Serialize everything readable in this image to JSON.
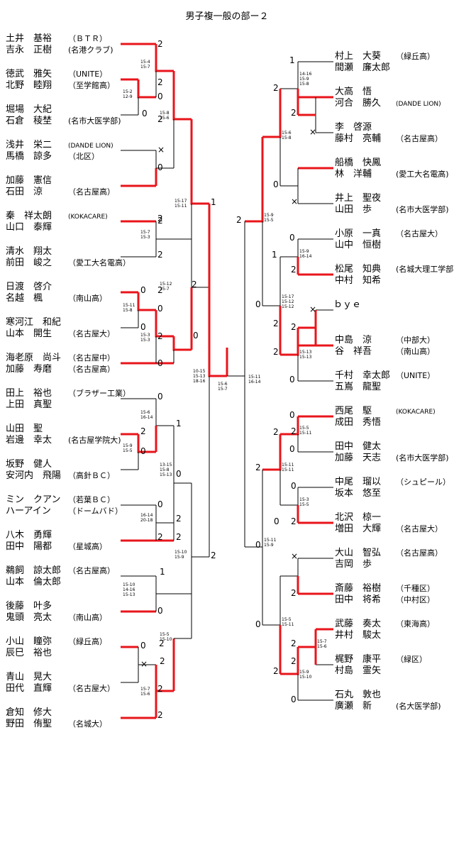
{
  "title": "男子複一般の部ー２",
  "colors": {
    "winner_line": "#e8151b",
    "line": "#000000"
  },
  "left_teams": [
    {
      "p1": "土井　基裕",
      "p2": "吉永　正樹",
      "a1": "（ＢＴＲ）",
      "a2": "(名港クラブ)"
    },
    {
      "p1": "徳武　雅矢",
      "p2": "北野　睦翔",
      "a1": "（UNITE）",
      "a2": "（至学館高）"
    },
    {
      "p1": "堀場　大紀",
      "p2": "石倉　稜埜",
      "a1": "",
      "a2": "(名市大医学部)"
    },
    {
      "p1": "浅井　栄二",
      "p2": "馬橋　諒多",
      "a1": "(DANDE LION)",
      "a2": "（北区）"
    },
    {
      "p1": "加藤　憲信",
      "p2": "石田　涼",
      "a1": "",
      "a2": "（名古屋高）"
    },
    {
      "p1": "秦　祥太朗",
      "p2": "山口　泰輝",
      "a1": "(KOKACARE)",
      "a2": ""
    },
    {
      "p1": "清水　翔太",
      "p2": "前田　峻之",
      "a1": "",
      "a2": "（愛工大名電高）"
    },
    {
      "p1": "日渡　啓介",
      "p2": "名越　楓",
      "a1": "",
      "a2": "（南山高）"
    },
    {
      "p1": "寒河江　和紀",
      "p2": "山本　開生",
      "a1": "",
      "a2": "（名古屋大）"
    },
    {
      "p1": "海老原　尚斗",
      "p2": "加藤　寿磨",
      "a1": "（名古屋中）",
      "a2": "（名古屋高）"
    },
    {
      "p1": "田上　裕也",
      "p2": "上田　真聖",
      "a1": "（ブラザー工業）",
      "a2": ""
    },
    {
      "p1": "山田　聖",
      "p2": "岩邊　幸太",
      "a1": "",
      "a2": "(名古屋学院大)"
    },
    {
      "p1": "坂野　健人",
      "p2": "安河内　飛陽",
      "a1": "",
      "a2": "（高針ＢＣ）"
    },
    {
      "p1": "ミン　クアン",
      "p2": "ハーアイン",
      "a1": "（若葉ＢＣ）",
      "a2": "（ドームバド）"
    },
    {
      "p1": "八木　勇輝",
      "p2": "田中　陽都",
      "a1": "",
      "a2": "（星城高）"
    },
    {
      "p1": "鵜飼　諒太郎",
      "p2": "山本　倫太郎",
      "a1": "（名古屋高）",
      "a2": ""
    },
    {
      "p1": "後藤　叶多",
      "p2": "鬼頭　亮太",
      "a1": "",
      "a2": "（南山高）"
    },
    {
      "p1": "小山　瞳弥",
      "p2": "辰巳　裕也",
      "a1": "（緑丘高）",
      "a2": ""
    },
    {
      "p1": "青山　晃大",
      "p2": "田代　直輝",
      "a1": "",
      "a2": "（名古屋大）"
    },
    {
      "p1": "倉知　修大",
      "p2": "野田　侑聖",
      "a1": "",
      "a2": "（名城大）"
    }
  ],
  "right_teams": [
    {
      "p1": "村上　大葵",
      "p2": "間瀬　廉太郎",
      "a1": "（緑丘高）",
      "a2": ""
    },
    {
      "p1": "大高　悟",
      "p2": "河合　勝久",
      "a1": "",
      "a2": "(DANDE LION)"
    },
    {
      "p1": "李　啓源",
      "p2": "藤村　亮輔",
      "a1": "",
      "a2": "（名古屋高）"
    },
    {
      "p1": "船橋　快鳳",
      "p2": "林　洋輔",
      "a1": "",
      "a2": "(愛工大名電高)"
    },
    {
      "p1": "井上　聖夜",
      "p2": "山田　歩",
      "a1": "",
      "a2": "(名市大医学部)"
    },
    {
      "p1": "小原　一真",
      "p2": "山中　恒樹",
      "a1": "（名古屋大）",
      "a2": ""
    },
    {
      "p1": "松尾　知典",
      "p2": "中村　知希",
      "a1": "(名城大理工学部)",
      "a2": ""
    },
    {
      "p1": "ｂｙｅ",
      "p2": "",
      "a1": "",
      "a2": ""
    },
    {
      "p1": "中島　涼",
      "p2": "谷　祥吾",
      "a1": "（中部大）",
      "a2": "（南山高）"
    },
    {
      "p1": "千村　幸太郎",
      "p2": "五嶌　龍聖",
      "a1": "（UNITE）",
      "a2": ""
    },
    {
      "p1": "西尾　駆",
      "p2": "成田　秀悟",
      "a1": "(KOKACARE)",
      "a2": ""
    },
    {
      "p1": "田中　健太",
      "p2": "加藤　天志",
      "a1": "",
      "a2": "(名市大医学部)"
    },
    {
      "p1": "中尾　瑠以",
      "p2": "坂本　悠至",
      "a1": "（シュピール）",
      "a2": ""
    },
    {
      "p1": "北沢　椋一",
      "p2": "増田　大輝",
      "a1": "",
      "a2": "（名古屋大）"
    },
    {
      "p1": "大山　智弘",
      "p2": "吉岡　歩",
      "a1": "（名古屋高）",
      "a2": ""
    },
    {
      "p1": "斎藤　裕樹",
      "p2": "田中　将希",
      "a1": "（千種区）",
      "a2": "（中村区）"
    },
    {
      "p1": "武藤　奏太",
      "p2": "井村　駿太",
      "a1": "（東海高）",
      "a2": ""
    },
    {
      "p1": "梶野　康平",
      "p2": "村島　霊矢",
      "a1": "（緑区）",
      "a2": ""
    },
    {
      "p1": "石丸　敦也",
      "p2": "廣瀬　新",
      "a1": "",
      "a2": "(名大医学部)"
    }
  ],
  "left_results": [
    {
      "v": "2"
    },
    {
      "v": "2"
    },
    {
      "v": "2"
    },
    {
      "v": "0"
    },
    {
      "v": "0"
    },
    {
      "v": "×"
    },
    {
      "v": "0"
    },
    {
      "v": "2"
    },
    {
      "v": "2"
    },
    {
      "v": "0"
    },
    {
      "v": "2"
    },
    {
      "v": "0"
    },
    {
      "v": "2"
    },
    {
      "v": "0"
    },
    {
      "v": "0"
    },
    {
      "v": "2"
    },
    {
      "v": "0"
    },
    {
      "v": "2"
    },
    {
      "v": "0"
    },
    {
      "v": "1"
    },
    {
      "v": "2"
    },
    {
      "v": "0"
    },
    {
      "v": "0"
    },
    {
      "v": "2"
    },
    {
      "v": "2"
    },
    {
      "v": "1"
    },
    {
      "v": "0"
    },
    {
      "v": "2"
    },
    {
      "v": "0"
    },
    {
      "v": "2"
    },
    {
      "v": "×"
    },
    {
      "v": "2"
    },
    {
      "v": "2"
    },
    {
      "v": "1"
    },
    {
      "v": "2"
    },
    {
      "v": "0"
    },
    {
      "v": "2"
    }
  ],
  "right_results": [
    {
      "v": "1"
    },
    {
      "v": "2"
    },
    {
      "v": "2"
    },
    {
      "v": "×"
    },
    {
      "v": "0"
    },
    {
      "v": "×"
    },
    {
      "v": "0"
    },
    {
      "v": "1"
    },
    {
      "v": "2"
    },
    {
      "v": "×"
    },
    {
      "v": "2"
    },
    {
      "v": "0"
    },
    {
      "v": "2"
    },
    {
      "v": "0"
    },
    {
      "v": "0"
    },
    {
      "v": "2"
    },
    {
      "v": "2"
    },
    {
      "v": "0"
    },
    {
      "v": "2"
    },
    {
      "v": "×"
    },
    {
      "v": "2"
    },
    {
      "v": "0"
    },
    {
      "v": "2"
    },
    {
      "v": "2"
    },
    {
      "v": "0"
    },
    {
      "v": "2"
    },
    {
      "v": "0"
    },
    {
      "v": "0"
    },
    {
      "v": "2"
    },
    {
      "v": "2"
    },
    {
      "v": "2"
    },
    {
      "v": "0"
    }
  ],
  "left_scores": [
    {
      "v": "15-4\n15-7"
    },
    {
      "v": "15-2\n12-9"
    },
    {
      "v": "15-8\n15-6"
    },
    {
      "v": "15-7\n15-3"
    },
    {
      "v": "15-11\n15-8"
    },
    {
      "v": "15-3\n15-3"
    },
    {
      "v": "15-12\n15-7"
    },
    {
      "v": "15-17\n15-11"
    },
    {
      "v": "15-6\n16-14"
    },
    {
      "v": "15-9\n15-5"
    },
    {
      "v": "13-15\n15-8\n15-13"
    },
    {
      "v": "16-14\n20-18"
    },
    {
      "v": "15-10\n14-16\n15-13"
    },
    {
      "v": "15-5\n15-10"
    },
    {
      "v": "15-7\n15-6"
    },
    {
      "v": "15-10\n15-9"
    },
    {
      "v": "10-15\n15-13\n18-16"
    },
    {
      "v": "15-6\n15-7"
    }
  ],
  "right_scores": [
    {
      "v": "14-16\n15-9\n15-8"
    },
    {
      "v": "15-6\n15-8"
    },
    {
      "v": "15-9\n15-5"
    },
    {
      "v": "15-9\n16-14"
    },
    {
      "v": "15-17\n15-12\n15-12"
    },
    {
      "v": "15-13\n15-13"
    },
    {
      "v": "15-11\n16-14"
    },
    {
      "v": "15-5\n15-11"
    },
    {
      "v": "15-11\n15-11"
    },
    {
      "v": "15-3\n15-5"
    },
    {
      "v": "15-11\n15-9"
    },
    {
      "v": "15-7\n15-6"
    },
    {
      "v": "15-5\n15-11"
    },
    {
      "v": "15-9\n15-10"
    }
  ]
}
